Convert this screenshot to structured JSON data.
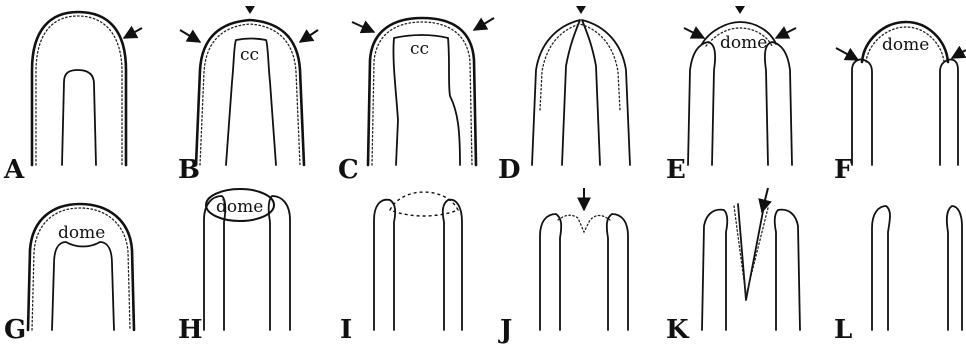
{
  "panels": [
    {
      "letter": "A"
    },
    {
      "letter": "B",
      "label": "cc"
    },
    {
      "letter": "C",
      "label": "cc"
    },
    {
      "letter": "D"
    },
    {
      "letter": "E",
      "label": "dome"
    },
    {
      "letter": "F",
      "label": "dome"
    },
    {
      "letter": "G",
      "label": "dome"
    },
    {
      "letter": "H",
      "label": "dome"
    },
    {
      "letter": "I"
    },
    {
      "letter": "J"
    },
    {
      "letter": "K"
    },
    {
      "letter": "L"
    }
  ]
}
